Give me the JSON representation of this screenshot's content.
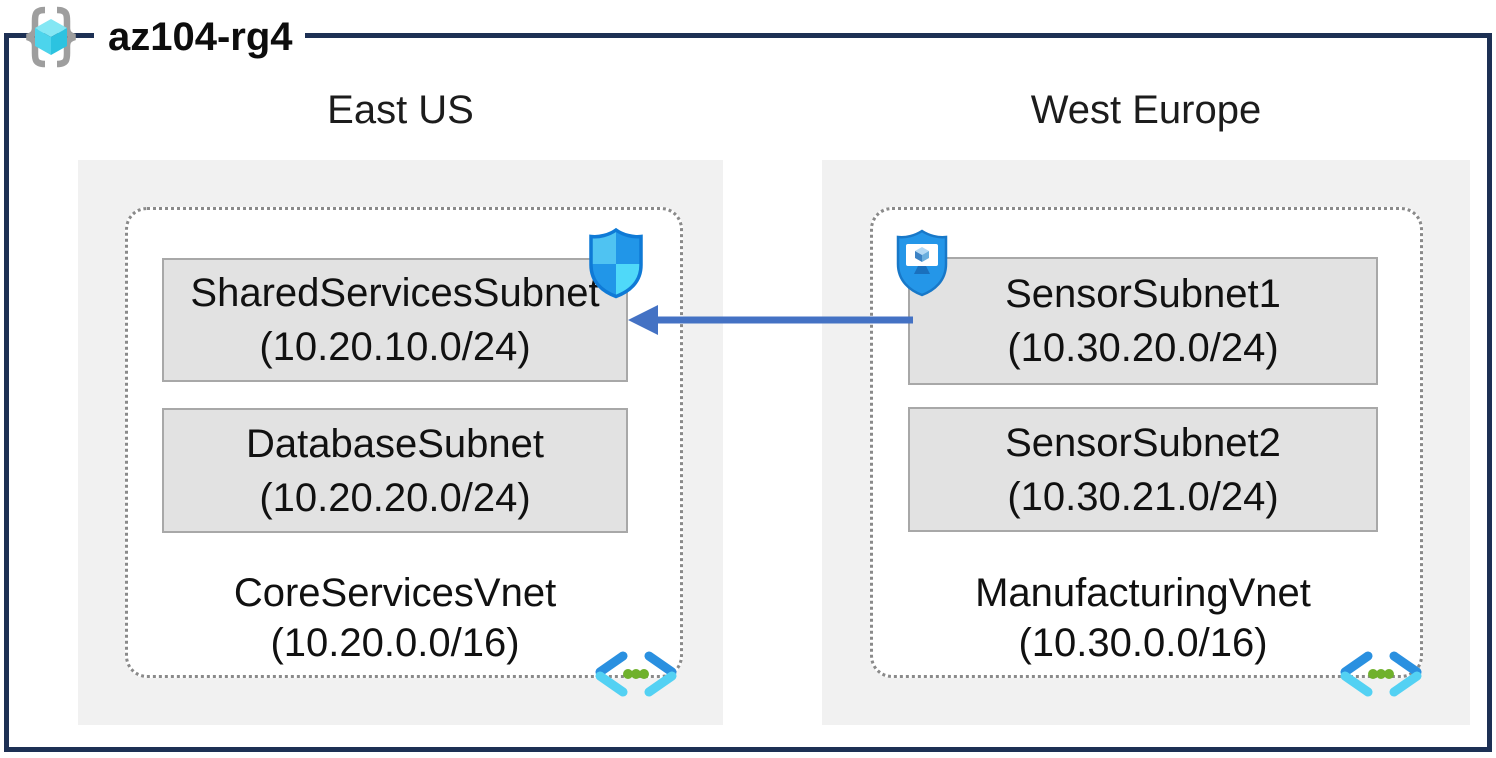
{
  "resource_group": {
    "name": "az104-rg4"
  },
  "regions": [
    {
      "name": "East US",
      "vnet": {
        "name": "CoreServicesVnet",
        "cidr": "(10.20.0.0/16)"
      },
      "subnets": [
        {
          "name": "SharedServicesSubnet",
          "cidr": "(10.20.10.0/24)"
        },
        {
          "name": "DatabaseSubnet",
          "cidr": "(10.20.20.0/24)"
        }
      ]
    },
    {
      "name": "West Europe",
      "vnet": {
        "name": "ManufacturingVnet",
        "cidr": "(10.30.0.0/16)"
      },
      "subnets": [
        {
          "name": "SensorSubnet1",
          "cidr": "(10.30.20.0/24)"
        },
        {
          "name": "SensorSubnet2",
          "cidr": "(10.30.21.0/24)"
        }
      ]
    }
  ],
  "connection": {
    "from_subnet": "SensorSubnet1",
    "to_subnet": "SharedServicesSubnet",
    "direction": "right-to-left",
    "color": "#4472c4"
  },
  "icons": {
    "resource_group": "resource-group-brackets-cube",
    "shared_services_badge": "network-security-shield",
    "sensor_subnet_badge": "shield-with-monitor",
    "vnet_corner": "virtual-network-angle-brackets"
  },
  "colors": {
    "frame_navy": "#1d3054",
    "region_fill": "#f1f1f1",
    "subnet_fill": "#e2e2e2",
    "subnet_border": "#a8a8a8",
    "dashed_border": "#8a8a8a",
    "arrow_blue": "#4472c4",
    "shield_azure": "#2196e8",
    "shield_cyan": "#4fc3f2",
    "vnet_dot_green": "#6fb12c"
  }
}
